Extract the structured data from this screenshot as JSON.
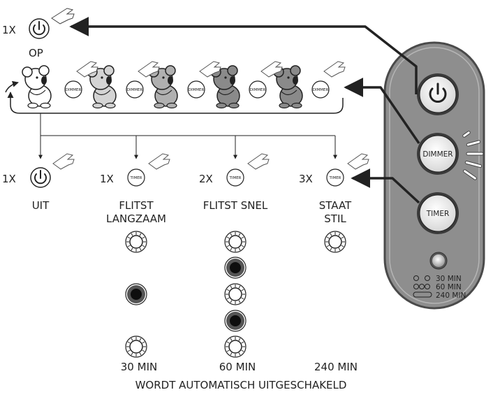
{
  "top": {
    "press_count": "1X",
    "state": "OP"
  },
  "modes": [
    {
      "press_count": "1X",
      "label_line1": "UIT",
      "label_line2": ""
    },
    {
      "press_count": "1X",
      "label_line1": "FLITST",
      "label_line2": "LANGZAAM"
    },
    {
      "press_count": "2X",
      "label_line1": "FLITST SNEL",
      "label_line2": ""
    },
    {
      "press_count": "3X",
      "label_line1": "STAAT",
      "label_line2": "STIL"
    }
  ],
  "mini_buttons": {
    "dimmer": "DIMMER",
    "timer": "TIMER"
  },
  "remote": {
    "dimmer_label": "DIMMER",
    "timer_label": "TIMER",
    "legend": [
      "30 MIN",
      "60 MIN",
      "240 MIN"
    ]
  },
  "durations": [
    "30 MIN",
    "60 MIN",
    "240 MIN"
  ],
  "footer": "WORDT AUTOMATISCH UITGESCHAKELD",
  "colors": {
    "ink": "#222222",
    "remote_body": "#8e8e8e",
    "remote_border": "#4a4a4a"
  }
}
